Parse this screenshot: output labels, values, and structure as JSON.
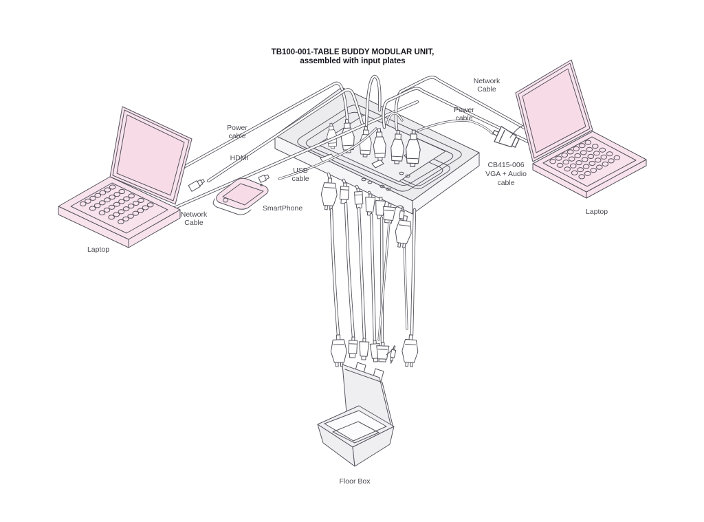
{
  "title": {
    "line1": "TB100-001-TABLE BUDDY  MODULAR UNIT,",
    "line2": "assembled with input plates"
  },
  "labels": {
    "network_cable_right": {
      "line1": "Network",
      "line2": "Cable"
    },
    "power_cable_right": {
      "line1": "Power",
      "line2": "cable"
    },
    "power_cable_left": {
      "line1": "Power",
      "line2": "cable"
    },
    "hdmi": {
      "line1": "HDMI"
    },
    "usb_cable": {
      "line1": "USB",
      "line2": "cable"
    },
    "network_cable_left": {
      "line1": "Network",
      "line2": "Cable"
    },
    "smartphone": {
      "line1": "SmartPhone"
    },
    "laptop_left": {
      "line1": "Laptop"
    },
    "cb415": {
      "line1": "CB415-006",
      "line2": "VGA + Audio",
      "line3": "cable"
    },
    "laptop_right": {
      "line1": "Laptop"
    },
    "floor_box": {
      "line1": "Floor Box"
    }
  },
  "colors": {
    "line": "#55525c",
    "pink": "#f8e3ed",
    "pink-screen": "#f7dce8",
    "table": "#ececef",
    "table-side": "#f6f6f8",
    "plate": "#f1f1f4",
    "box": "#efeff2",
    "text": "#4a4850",
    "title": "#15151d"
  }
}
